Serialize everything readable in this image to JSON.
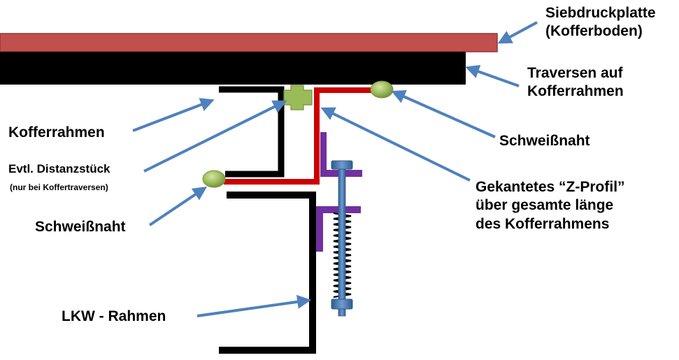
{
  "labels": {
    "siebdruckplatte": [
      "Siebdruckplatte",
      "(Kofferboden)"
    ],
    "traversen": [
      "Traversen auf",
      "Kofferrahmen"
    ],
    "kofferrahmen": "Kofferrahmen",
    "distanzstueck": "Evtl. Distanzstück",
    "distanzstueck_note": "(nur bei Koffertraversen)",
    "schweissnaht_right": "Schweißnaht",
    "schweissnaht_left": "Schweißnaht",
    "z_profil": [
      "Gekantetes “Z-Profil”",
      "über gesamte länge",
      "des Kofferrahmens"
    ],
    "lkw_rahmen": "LKW - Rahmen"
  },
  "colors": {
    "plate": "#c0504d",
    "plate_border": "#943634",
    "beam": "#000000",
    "z_profile": "#cc0000",
    "bracket": "#7030a0",
    "bolt": "#4f81bd",
    "weld": "#9bbb59",
    "arrow": "#4f81bd"
  }
}
